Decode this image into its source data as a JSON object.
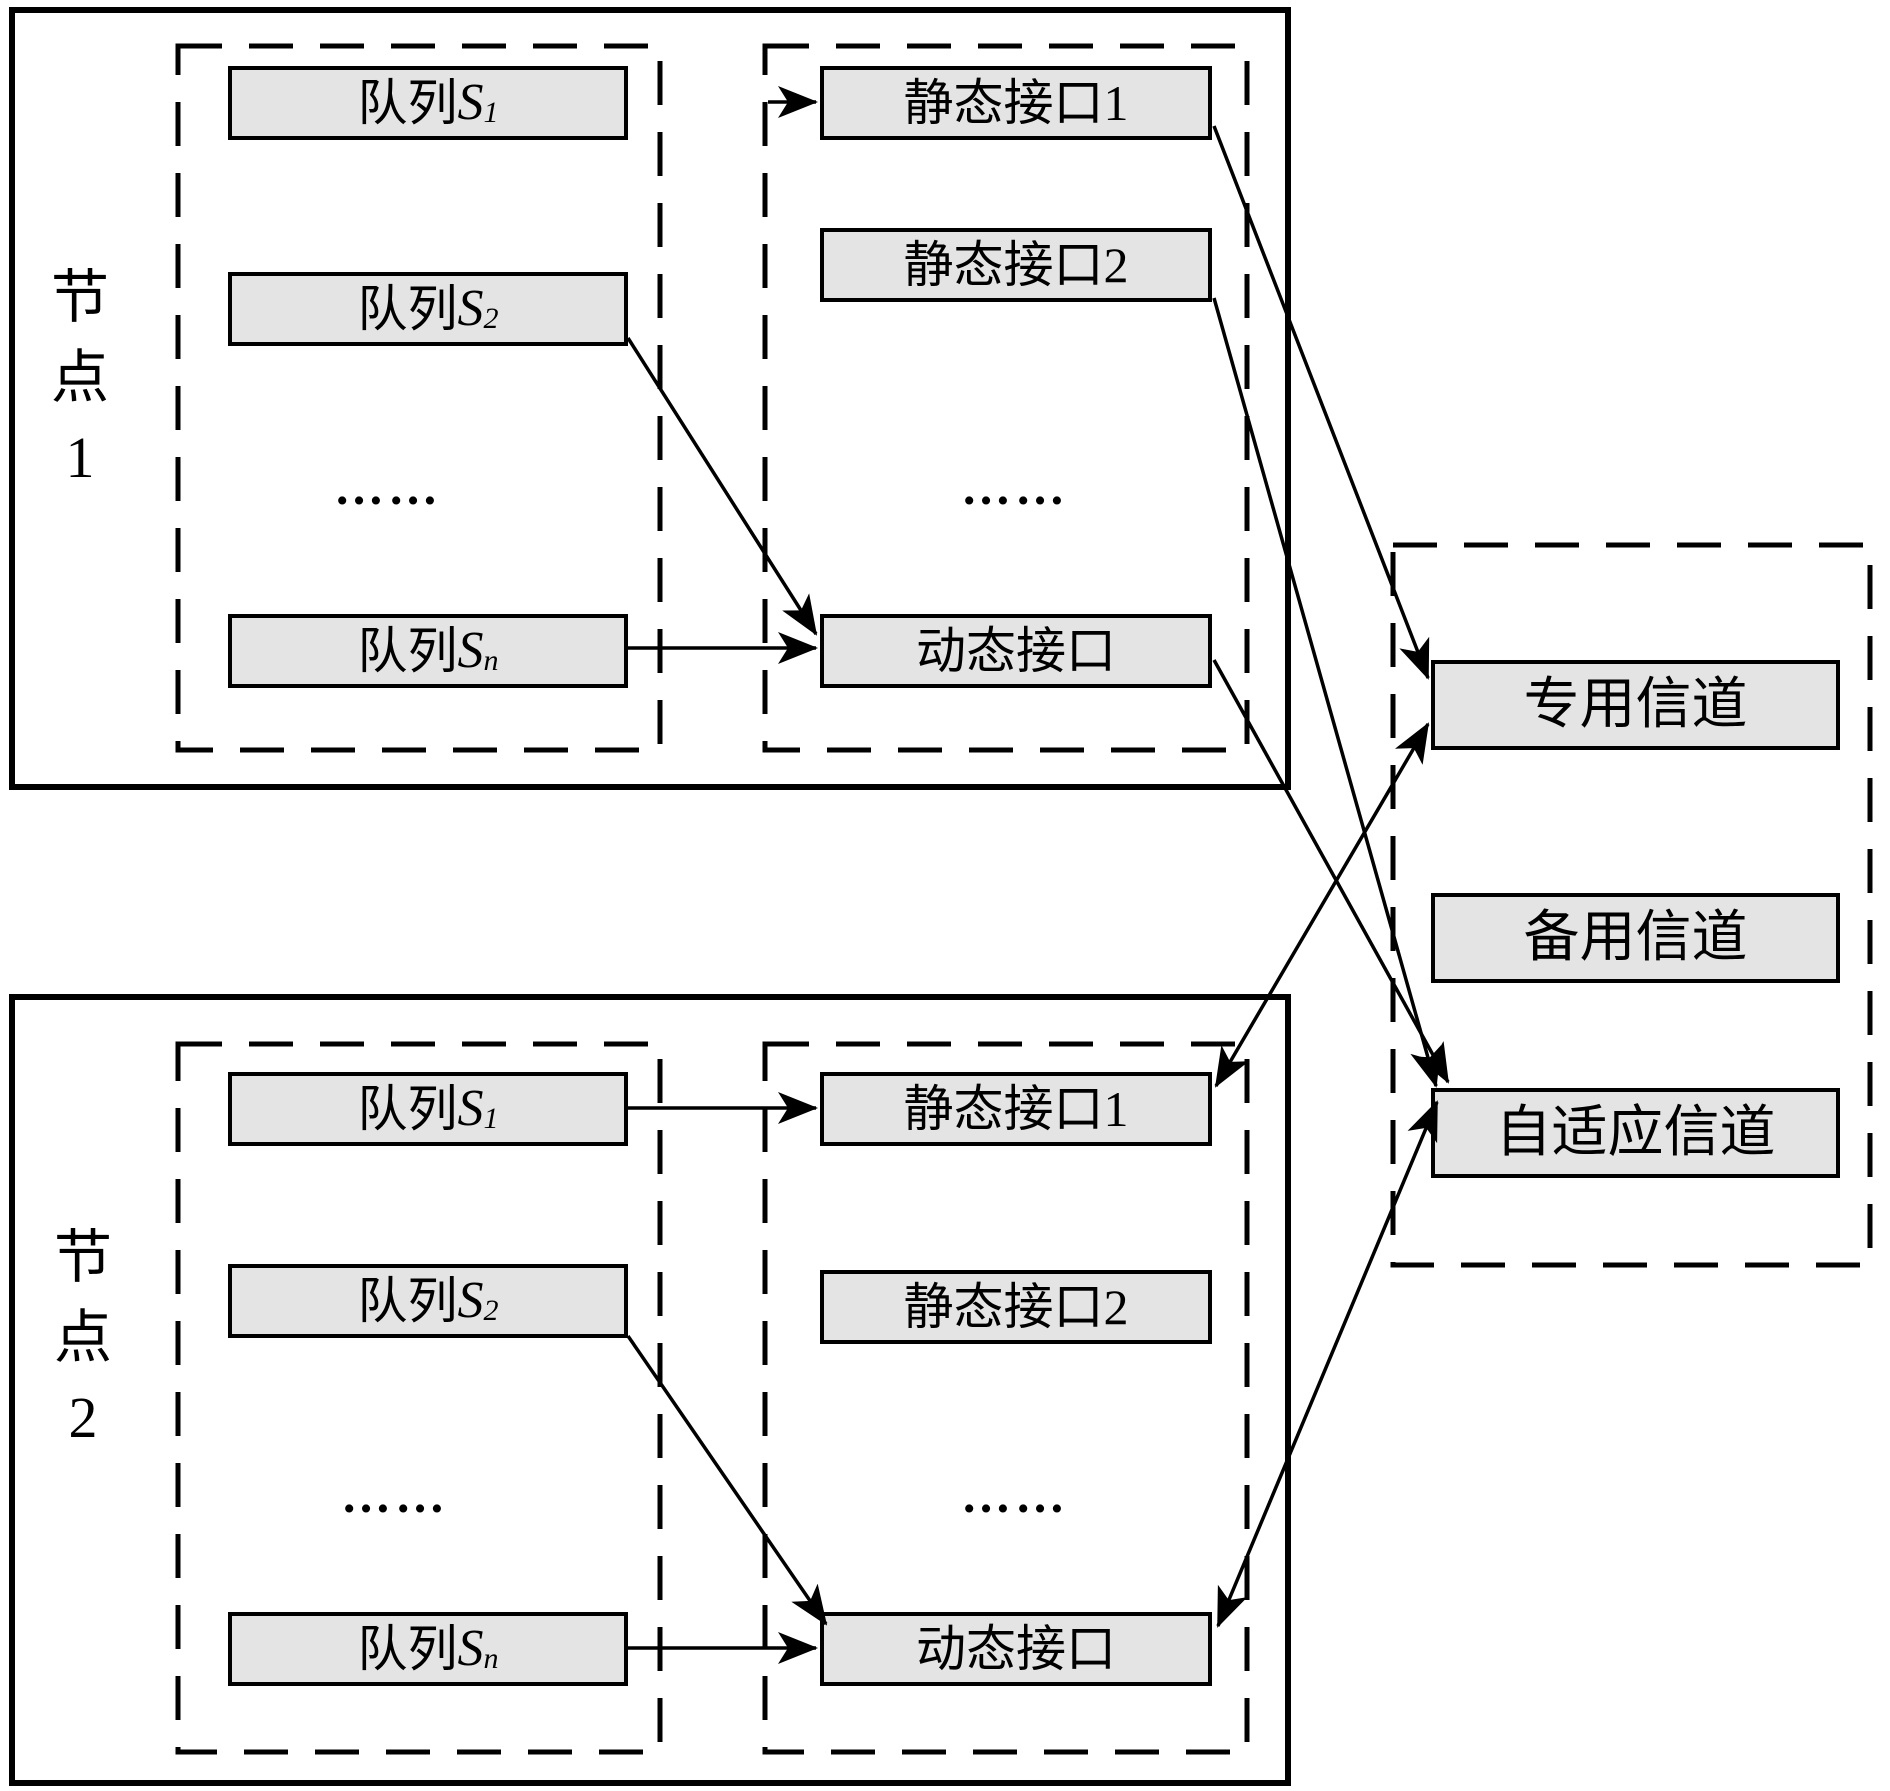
{
  "colors": {
    "background": "#ffffff",
    "box_fill": "#e4e4e4",
    "line": "#000000"
  },
  "node1": {
    "label_chars": [
      "节",
      "点",
      "1"
    ],
    "queues": [
      {
        "prefix": "队列",
        "variable": "S",
        "subscript": "1"
      },
      {
        "prefix": "队列",
        "variable": "S",
        "subscript": "2"
      },
      {
        "prefix": "队列",
        "variable": "S",
        "subscript": "n"
      }
    ],
    "queues_ellipsis": "……",
    "interfaces": [
      "静态接口1",
      "静态接口2",
      "动态接口"
    ],
    "interfaces_ellipsis": "……"
  },
  "node2": {
    "label_chars": [
      "节",
      "点",
      "2"
    ],
    "queues": [
      {
        "prefix": "队列",
        "variable": "S",
        "subscript": "1"
      },
      {
        "prefix": "队列",
        "variable": "S",
        "subscript": "2"
      },
      {
        "prefix": "队列",
        "variable": "S",
        "subscript": "n"
      }
    ],
    "queues_ellipsis": "……",
    "interfaces": [
      "静态接口1",
      "静态接口2",
      "动态接口"
    ],
    "interfaces_ellipsis": "……"
  },
  "channels": {
    "items": [
      "专用信道",
      "备用信道",
      "自适应信道"
    ]
  }
}
